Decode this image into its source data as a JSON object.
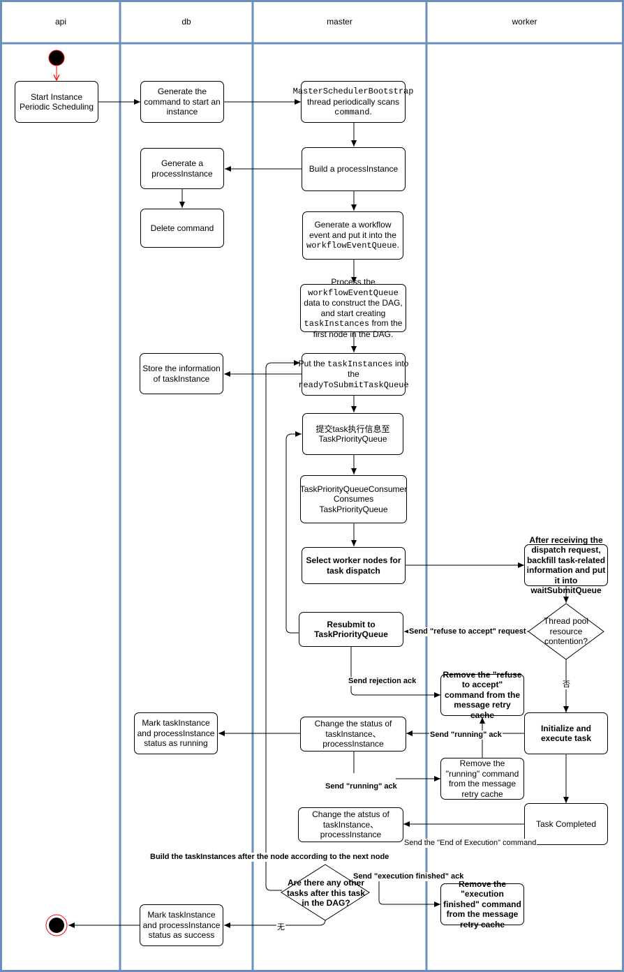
{
  "lanes": {
    "api": "api",
    "db": "db",
    "master": "master",
    "worker": "worker"
  },
  "nodes": {
    "start_instance": "Start Instance Periodic Scheduling",
    "generate_command": "Generate the command to start an instance",
    "scheduler_bootstrap_name": "MasterSchedulerBootstrap",
    "scheduler_bootstrap_mid": "thread periodically scans",
    "scheduler_bootstrap_cmd": "command",
    "build_process_instance": "Build a processInstance",
    "generate_process_instance": "Generate a processInstance",
    "delete_command": "Delete command",
    "workflow_event_pre": "Generate a workflow event and put it into the",
    "workflow_event_queue": "workflowEventQueue",
    "process_queue_pre": "Process the",
    "process_queue_name": "workflowEventQueue",
    "process_queue_mid": "data to construct the DAG, and start creating",
    "process_queue_task": "taskInstances",
    "process_queue_post": "from the first node in the DAG.",
    "put_tasks_pre": "Put the",
    "put_tasks_name": "taskInstances",
    "put_tasks_mid": "into the",
    "put_tasks_queue": "readyToSubmitTaskQueue",
    "store_task_info": "Store the information of taskInstance",
    "submit_task_priority": "提交task执行信息至TaskPriorityQueue",
    "consumer": "TaskPriorityQueueConsumer Consumes TaskPriorityQueue",
    "select_worker": "Select worker nodes for task dispatch",
    "after_receiving": "After receiving the dispatch request, backfill task-related information and put it into waitSubmitQueue",
    "thread_pool": "Thread pool resource contention?",
    "resubmit": "Resubmit to TaskPriorityQueue",
    "remove_refuse": "Remove the \"refuse to accept\" command from the message retry cache",
    "initialize_execute": "Initialize and execute task",
    "change_status_running": "Change the status of taskInstance、processInstance",
    "mark_running": "Mark taskInstance and processInstance status as running",
    "remove_running": "Remove the \"running\" command from the message retry cache",
    "task_completed": "Task Completed",
    "change_status_finished": "Change the atstus of taskInstance、processInstance",
    "more_tasks": "Are there any other tasks after this task in the DAG?",
    "remove_finished": "Remove the \"execution finished\" command from the message retry cache",
    "mark_success": "Mark taskInstance and processInstance status as success"
  },
  "labels": {
    "refuse_request": "Send \"refuse to accept\" request",
    "rejection_ack": "Send rejection ack",
    "no_branch": "否",
    "running_ack_worker": "Send \"running\" ack",
    "running_ack_master": "Send \"running\" ack",
    "end_of_execution": "Send the \"End of Execution\" command",
    "build_next": "Build the taskInstances after the node according to the next node",
    "finished_ack": "Send \"execution finished\" ack",
    "none_branch": "无"
  },
  "colors": {
    "lane_border": "#6c8ebf",
    "start_fill": "#000000",
    "start_stroke": "#ff0000",
    "edge": "#000000"
  },
  "icons": {
    "start": "start-circle-icon",
    "end": "end-circle-icon"
  }
}
